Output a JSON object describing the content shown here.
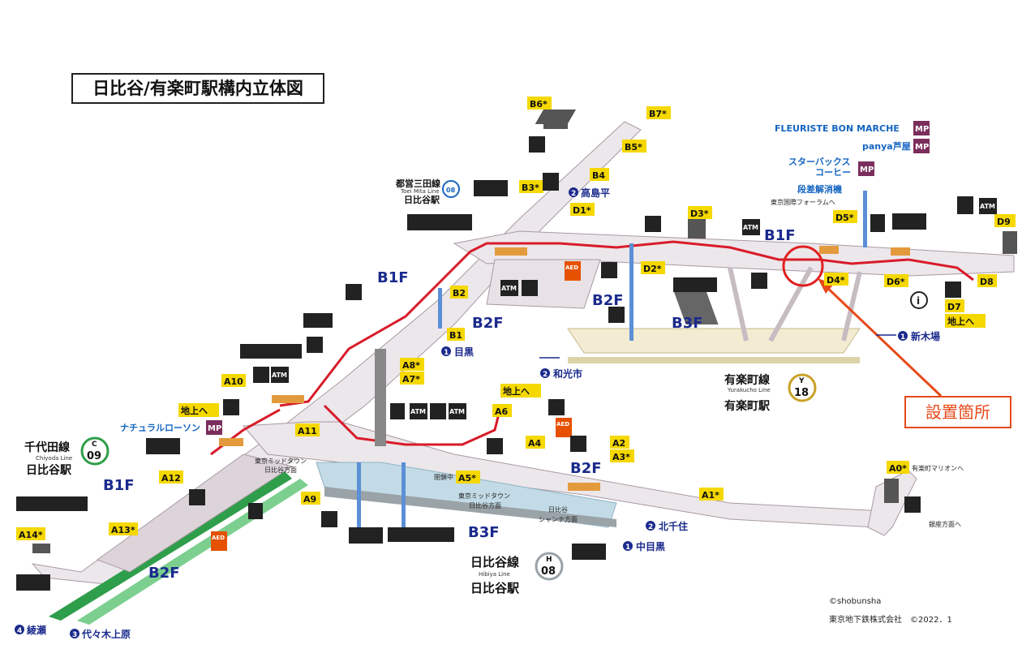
{
  "title": "日比谷/有楽町駅構内立体図",
  "callout_label": "設置箇所",
  "copyright": "©shobunsha",
  "publisher": "東京地下鉄株式会社　©2022．1",
  "colors": {
    "exit_badge": "#f5d800",
    "route_red": "#d81b2a",
    "chiyoda_green": "#2e9e4a",
    "hibiya_gray": "#9aa3a8",
    "yurakucho_gold": "#c9a227",
    "floor_text": "#1a2a8c",
    "callout": "#e64a19",
    "shop_text": "#1565c0",
    "mp_badge": "#7b2d5b"
  },
  "stations": {
    "chiyoda": {
      "name_ja": "千代田線",
      "name_en": "Chiyoda Line",
      "station": "日比谷駅",
      "letter": "C",
      "number": "09"
    },
    "yurakucho": {
      "name_ja": "有楽町線",
      "name_en": "Yurakucho Line",
      "station": "有楽町駅",
      "letter": "Y",
      "number": "18"
    },
    "hibiya": {
      "name_ja": "日比谷線",
      "name_en": "Hibiya Line",
      "station": "日比谷駅",
      "letter": "H",
      "number": "08"
    },
    "toei": {
      "name_ja": "都営三田線",
      "name_en": "Toei Mita Line",
      "station": "日比谷駅",
      "number": "08"
    }
  },
  "floors": {
    "b1f_top": "B1F",
    "b1f_right": "B1F",
    "b2f_right": "B2F",
    "b3f_right": "B3F",
    "b2f_mid": "B2F",
    "b1f_left": "B1F",
    "b2f_left": "B2F",
    "b2f_hibiya": "B2F",
    "b3f_hibiya": "B3F"
  },
  "exits": {
    "b6": "B6*",
    "b7": "B7*",
    "b5": "B5*",
    "b4": "B4",
    "b3": "B3*",
    "d1": "D1*",
    "d3": "D3*",
    "d5": "D5*",
    "d9": "D9",
    "d2": "D2*",
    "d4": "D4*",
    "d6": "D6*",
    "d8": "D8",
    "d7": "D7",
    "b2": "B2",
    "b1": "B1",
    "a8": "A8*",
    "a7": "A7*",
    "a10": "A10",
    "a6": "A6",
    "a11": "A11",
    "a4": "A4",
    "a2": "A2",
    "a3": "A3*",
    "a12": "A12",
    "a9": "A9",
    "a5": "A5*",
    "a0": "A0*",
    "a1": "A1*",
    "a14": "A14*",
    "a13": "A13*"
  },
  "badges": {
    "chijou_top": "地上へ",
    "chijou_right": "地上へ",
    "chijou_left": "地上へ"
  },
  "directions": {
    "takashimadaira": "高島平",
    "takashimadaira_num": "2",
    "meguro": "目黒",
    "meguro_num": "1",
    "wakoshi": "和光市",
    "wakoshi_num": "2",
    "shinkiba": "新木場",
    "shinkiba_num": "1",
    "kitasenju": "北千住",
    "kitasenju_num": "2",
    "nakameguro": "中目黒",
    "nakameguro_num": "1",
    "ayase": "綾瀬",
    "ayase_num": "4",
    "yoyogi": "代々木上原",
    "yoyogi_num": "3"
  },
  "labels": {
    "fleuriste": "FLEURISTE BON MARCHE",
    "panya": "panya芦屋",
    "starbucks_1": "スターバックス",
    "starbucks_2": "コーヒー",
    "step_free": "段差解消機",
    "forum": "東京国際フォーラムへ",
    "natural_lawson": "ナチュラルローソン",
    "midtown_1": "東京ミッドタウン",
    "midtown_2": "日比谷方面",
    "midtown_3": "東京ミッドタウン",
    "midtown_4": "日比谷方面",
    "chanter_1": "日比谷",
    "chanter_2": "シャンテ方面",
    "closed": "閉鎖中",
    "marion": "有楽町マリオンへ",
    "ginza": "銀座方面へ",
    "mp": "MP",
    "atm": "ATM",
    "aed": "AED",
    "info": "i"
  }
}
